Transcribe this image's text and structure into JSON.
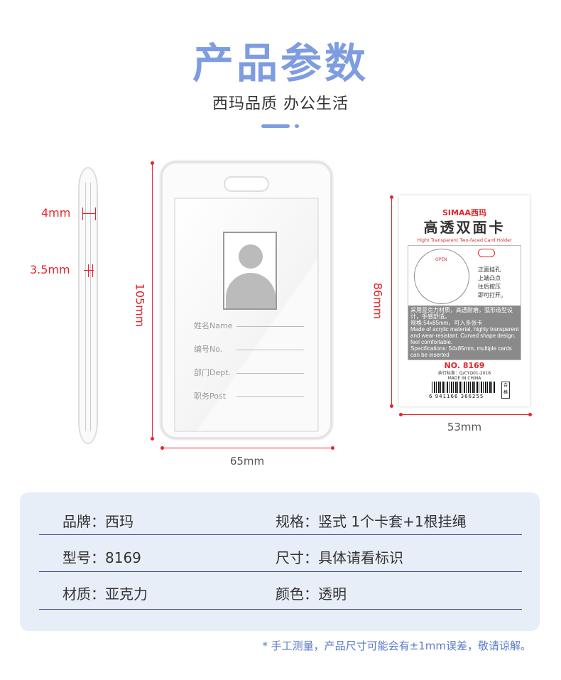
{
  "header": {
    "title": "产品参数",
    "subtitle": "西玛品质 办公生活"
  },
  "side_view": {
    "dim_top": "4mm",
    "dim_bottom": "3.5mm"
  },
  "front_view": {
    "height": "105mm",
    "width": "65mm",
    "fields": [
      "姓名Name",
      "编号No.",
      "部门Dept.",
      "职务Post"
    ]
  },
  "package": {
    "brand": "SIMAA西玛",
    "title": "高透双面卡",
    "subtitle": "Hight Transparent Two-faced Card Holder",
    "open": "OPEN",
    "instruction": [
      "正面挂孔",
      "上端凸点",
      "往后按压",
      "即可打开。"
    ],
    "bullets": [
      "采用亚克力材质，高透耐磨，弧形造型设计，手感舒适。",
      "规格:54x85mm，可入多张卡",
      "Made of acrylic material, highly transparent and wear-resistant. Curved shape design, feel comfortable.",
      "Specifications: 54x85mm, multiple cards can be inserted"
    ],
    "model": "NO. 8169",
    "standard": "执行标准：Q/CYQ01-2018",
    "origin": "MADE IN CHINA",
    "barcode": "6 941166 366255",
    "qc": "合格",
    "height": "86mm",
    "width": "53mm"
  },
  "specs": [
    {
      "left": "品牌：西玛",
      "right": "规格：竖式  1个卡套+1根挂绳"
    },
    {
      "left": "型号：8169",
      "right": "尺寸：具体请看标识"
    },
    {
      "left": "材质：亚克力",
      "right": "颜色：透明"
    }
  ],
  "note": "* 手工测量，产品尺寸可能会有±1mm误差，敬请谅解。",
  "colors": {
    "accent": "#7e9ce0",
    "dimension": "#e8242a",
    "panel": "#e8eef8"
  }
}
